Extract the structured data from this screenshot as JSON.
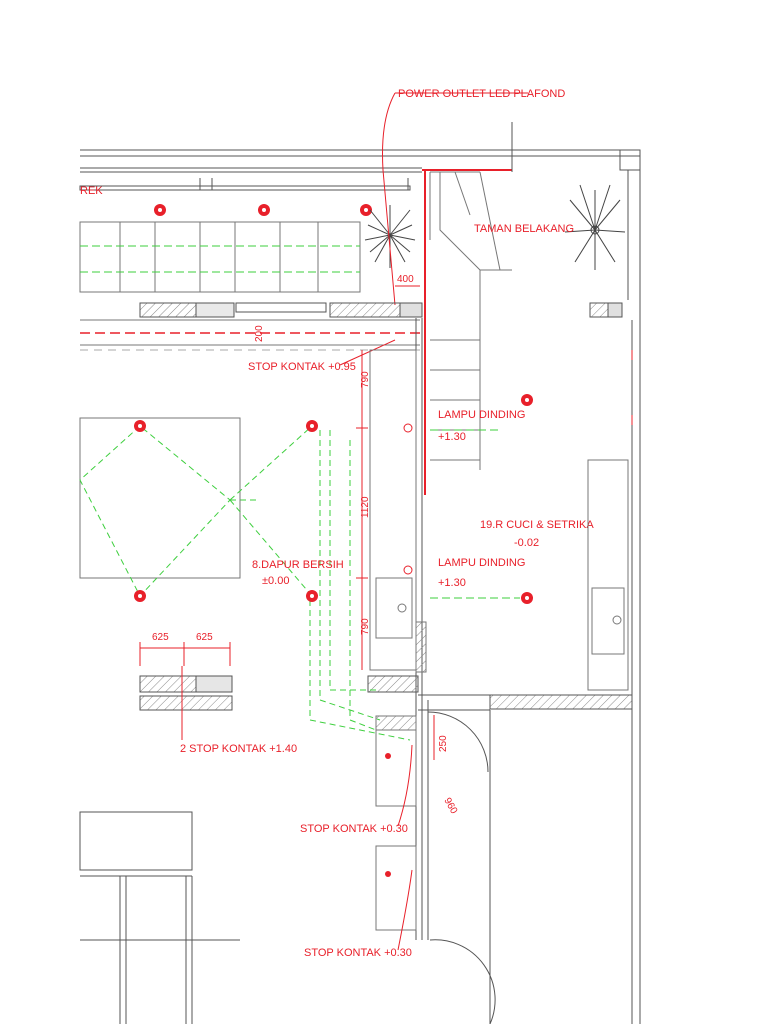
{
  "labels": {
    "power_outlet": "POWER OUTLET LED PLAFOND",
    "taman": "TAMAN BELAKANG",
    "rek": "REK",
    "stop_095": "STOP KONTAK +0.95",
    "lampu1_a": "LAMPU DINDING",
    "lampu1_b": "+1.30",
    "room_cuci_a": "19.R CUCI & SETRIKA",
    "room_cuci_b": "-0.02",
    "lampu2_a": "LAMPU DINDING",
    "lampu2_b": "+1.30",
    "dapur_a": "8.DAPUR BERSIH",
    "dapur_b": "±0.00",
    "stop_2_140": "2 STOP KONTAK +1.40",
    "stop_030_a": "STOP KONTAK +0.30",
    "stop_030_b": "STOP KONTAK +0.30"
  },
  "dimensions": {
    "d400": "400",
    "d200": "200",
    "d790a": "790",
    "d1120": "1120",
    "d790b": "790",
    "d625a": "625",
    "d625b": "625",
    "d250": "250",
    "d960": "960"
  },
  "colors": {
    "annotation": "#e8202a",
    "linework": "#5a5a5a",
    "furniture_guide": "#3ecf3e",
    "wall_hatch": "#9a9a9a"
  }
}
